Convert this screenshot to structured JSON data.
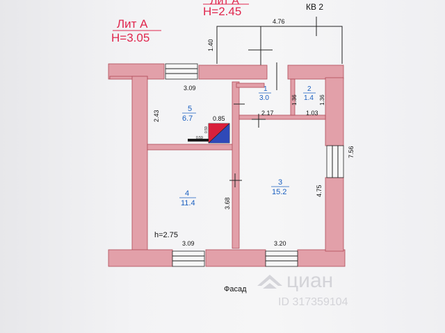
{
  "header": {
    "lit_a": "Лит А",
    "height_a": "Н=3.05",
    "lit_a1": "Лит А",
    "height_a1": "Н=2.45",
    "kv": "КВ 2"
  },
  "dimensions": {
    "outer_top": "4.76",
    "porch_left": "1.40",
    "r5_width": "3.09",
    "r5_height": "2.43",
    "r5_small": "0.85",
    "r1_width": "2.17",
    "r2_depth": "1.36",
    "r2_depth_b": "1.36",
    "r2_width": "1.03",
    "right_total": "7.56",
    "r3_height": "4.75",
    "r4_height": "3.68",
    "r4_width": "3.09",
    "r3_width": "3.20",
    "tiny_1": "0.59",
    "tiny_2": "0.59"
  },
  "rooms": [
    {
      "id": "5",
      "area": "6.7"
    },
    {
      "id": "1",
      "area": "3.0"
    },
    {
      "id": "2",
      "area": "1.4"
    },
    {
      "id": "3",
      "area": "15.2"
    },
    {
      "id": "4",
      "area": "11.4"
    }
  ],
  "notes": {
    "ceiling_height": "h=2.75",
    "facade": "Фасад"
  },
  "watermark": {
    "brand": "циан",
    "id": "ID 317359104"
  },
  "colors": {
    "wall_fill": "#e2a0a9",
    "lit_text": "#e0264d",
    "room_text": "#1a5fc0",
    "stove_red": "#d8203b",
    "stove_blue": "#2f49b8"
  }
}
